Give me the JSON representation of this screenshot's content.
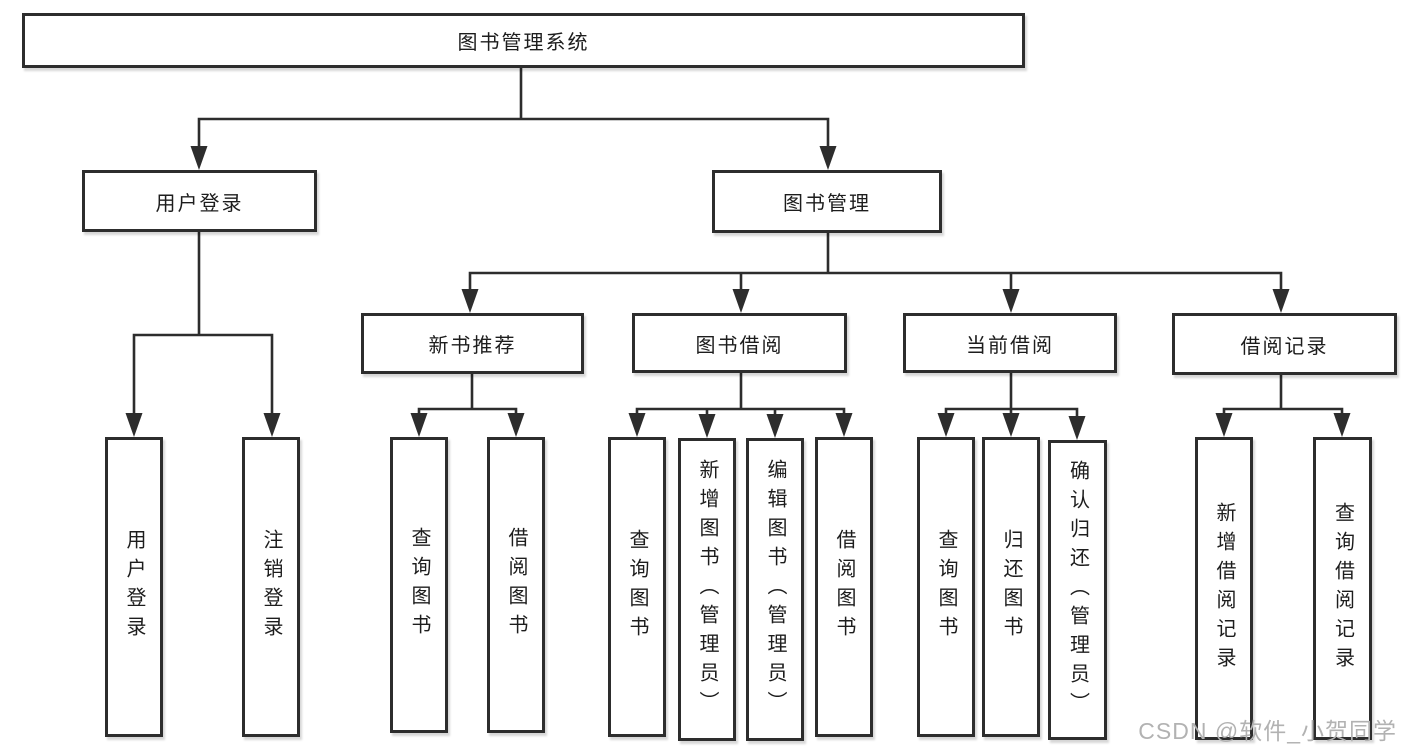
{
  "diagram": {
    "root": {
      "label": "图书管理系统"
    },
    "branches": [
      {
        "label": "用户登录",
        "children": [
          {
            "label": "用户登录"
          },
          {
            "label": "注销登录"
          }
        ]
      },
      {
        "label": "图书管理",
        "children": [
          {
            "label": "新书推荐",
            "children": [
              {
                "label": "查询图书"
              },
              {
                "label": "借阅图书"
              }
            ]
          },
          {
            "label": "图书借阅",
            "children": [
              {
                "label": "查询图书"
              },
              {
                "label": "新增图书（管理员）"
              },
              {
                "label": "编辑图书（管理员）"
              },
              {
                "label": "借阅图书"
              }
            ]
          },
          {
            "label": "当前借阅",
            "children": [
              {
                "label": "查询图书"
              },
              {
                "label": "归还图书"
              },
              {
                "label": "确认归还（管理员）"
              }
            ]
          },
          {
            "label": "借阅记录",
            "children": [
              {
                "label": "新增借阅记录"
              },
              {
                "label": "查询借阅记录"
              }
            ]
          }
        ]
      }
    ]
  },
  "watermark": {
    "text": "CSDN @软件_小贺同学"
  },
  "colors": {
    "line": "#2d2d2d",
    "text": "#1d1d1d",
    "watermark": "#b2b2b2",
    "background": "#ffffff"
  }
}
